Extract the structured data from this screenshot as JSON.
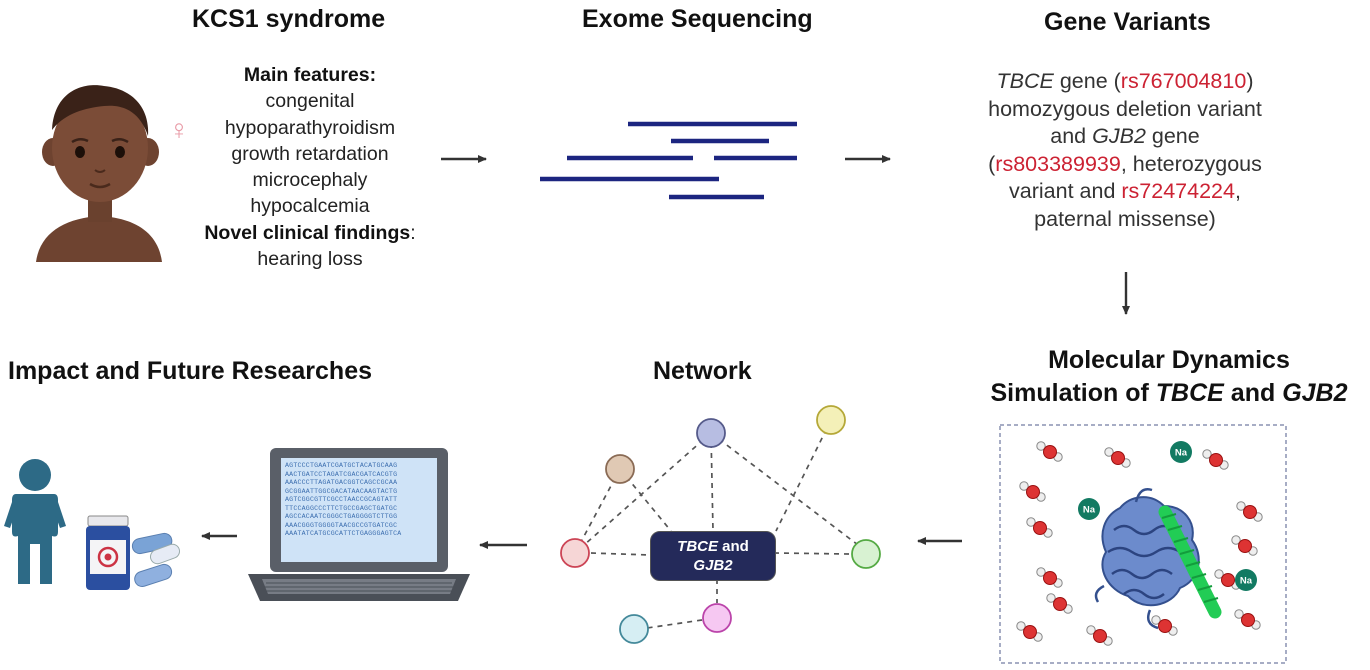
{
  "titles": {
    "kcs1": "KCS1 syndrome",
    "exome": "Exome Sequencing",
    "gene_variants": "Gene Variants",
    "impact": "Impact and Future Researches",
    "network": "Network",
    "md_line1": "Molecular Dynamics",
    "md_line2_pre": "Simulation of ",
    "md_gene1": "TBCE",
    "md_and": " and ",
    "md_gene2": "GJB2"
  },
  "features": {
    "main_heading": "Main features:",
    "main_items": [
      "congenital",
      "hypoparathyroidism",
      "growth retardation",
      "microcephaly",
      "hypocalcemia"
    ],
    "novel_heading": "Novel clinical findings",
    "novel_colon": ":",
    "novel_items": [
      "hearing loss"
    ],
    "sex_symbol": "♀"
  },
  "gene_variants": {
    "l1_gene": "TBCE",
    "l1_text": " gene (",
    "l1_rs": "rs767004810",
    "l1_close": ")",
    "l2": "homozygous deletion variant",
    "l3_pre": "and  ",
    "l3_gene": "GJB2",
    "l3_post": " gene",
    "l4_open": "(",
    "l4_rs": "rs803389939",
    "l4_text": ", heterozygous",
    "l5_text": "variant  and ",
    "l5_rs": "rs72474224",
    "l5_comma": ",",
    "l6": "paternal missense)"
  },
  "network": {
    "hub_gene1": "TBCE",
    "hub_and": " and",
    "hub_gene2": "GJB2"
  },
  "md_box": {
    "ion_label": "Na"
  },
  "laptop": {
    "sequence_lines": [
      "AGTCCCTGAATCGATGCTACATGCAAG",
      "AACTGATCCTAGATCGACGATCACGTG",
      "AAACCCTTAGATGACGGTCAGCCGCAA",
      "GCGGAATTGGCGACATAACAAGTACTG",
      "AGTCGGCGTTCGCCTAACCGCAGTATT",
      "TTCCAGGCCCTTCTGCCGAGCTGATGC",
      "AGCCACAATCGGGCTGAGGGGTCTTGG",
      "AAACGGGTGGGGTAACGCCGTGATCGC",
      "AAATATCATGCGCATTCTGAGGGAGTCA"
    ]
  },
  "colors": {
    "dna_line": "#1c2580",
    "variant_red": "#cc2233",
    "hub_fill": "#242a5a",
    "node_purple": "#b7bde2",
    "node_yellow": "#f4f0b8",
    "node_tan": "#e0c9b4",
    "node_red": "#f6d6d6",
    "node_green": "#d8f2d2",
    "node_magenta": "#f6c8f2",
    "node_cyan": "#d6eef3",
    "protein_blue": "#5577bb",
    "helix_green": "#22cc55",
    "person_blue": "#2d6a86"
  }
}
